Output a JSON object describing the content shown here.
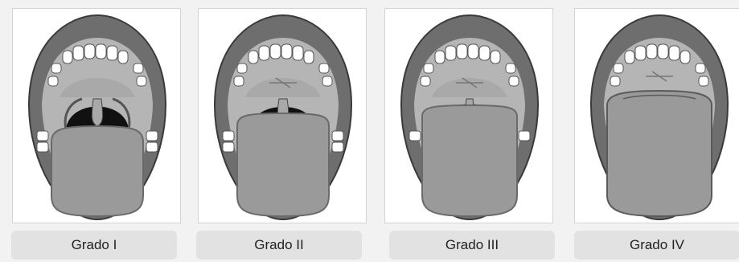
{
  "grades": [
    {
      "label": "Grado I"
    },
    {
      "label": "Grado II"
    },
    {
      "label": "Grado III"
    },
    {
      "label": "Grado IV"
    }
  ],
  "colors": {
    "lips": "#6e6e6e",
    "lip_line": "#3a3a3a",
    "teeth": "#ffffff",
    "gum": "#b5b5b5",
    "palate": "#a9a9a9",
    "throat": "#111111",
    "tongue": "#9a9a9a",
    "tongue_outline": "#6a6a6a",
    "panel_bg": "#ffffff",
    "label_bg": "#e2e2e2"
  },
  "icons": [
    "mouth-grade-1-icon",
    "mouth-grade-2-icon",
    "mouth-grade-3-icon",
    "mouth-grade-4-icon"
  ]
}
